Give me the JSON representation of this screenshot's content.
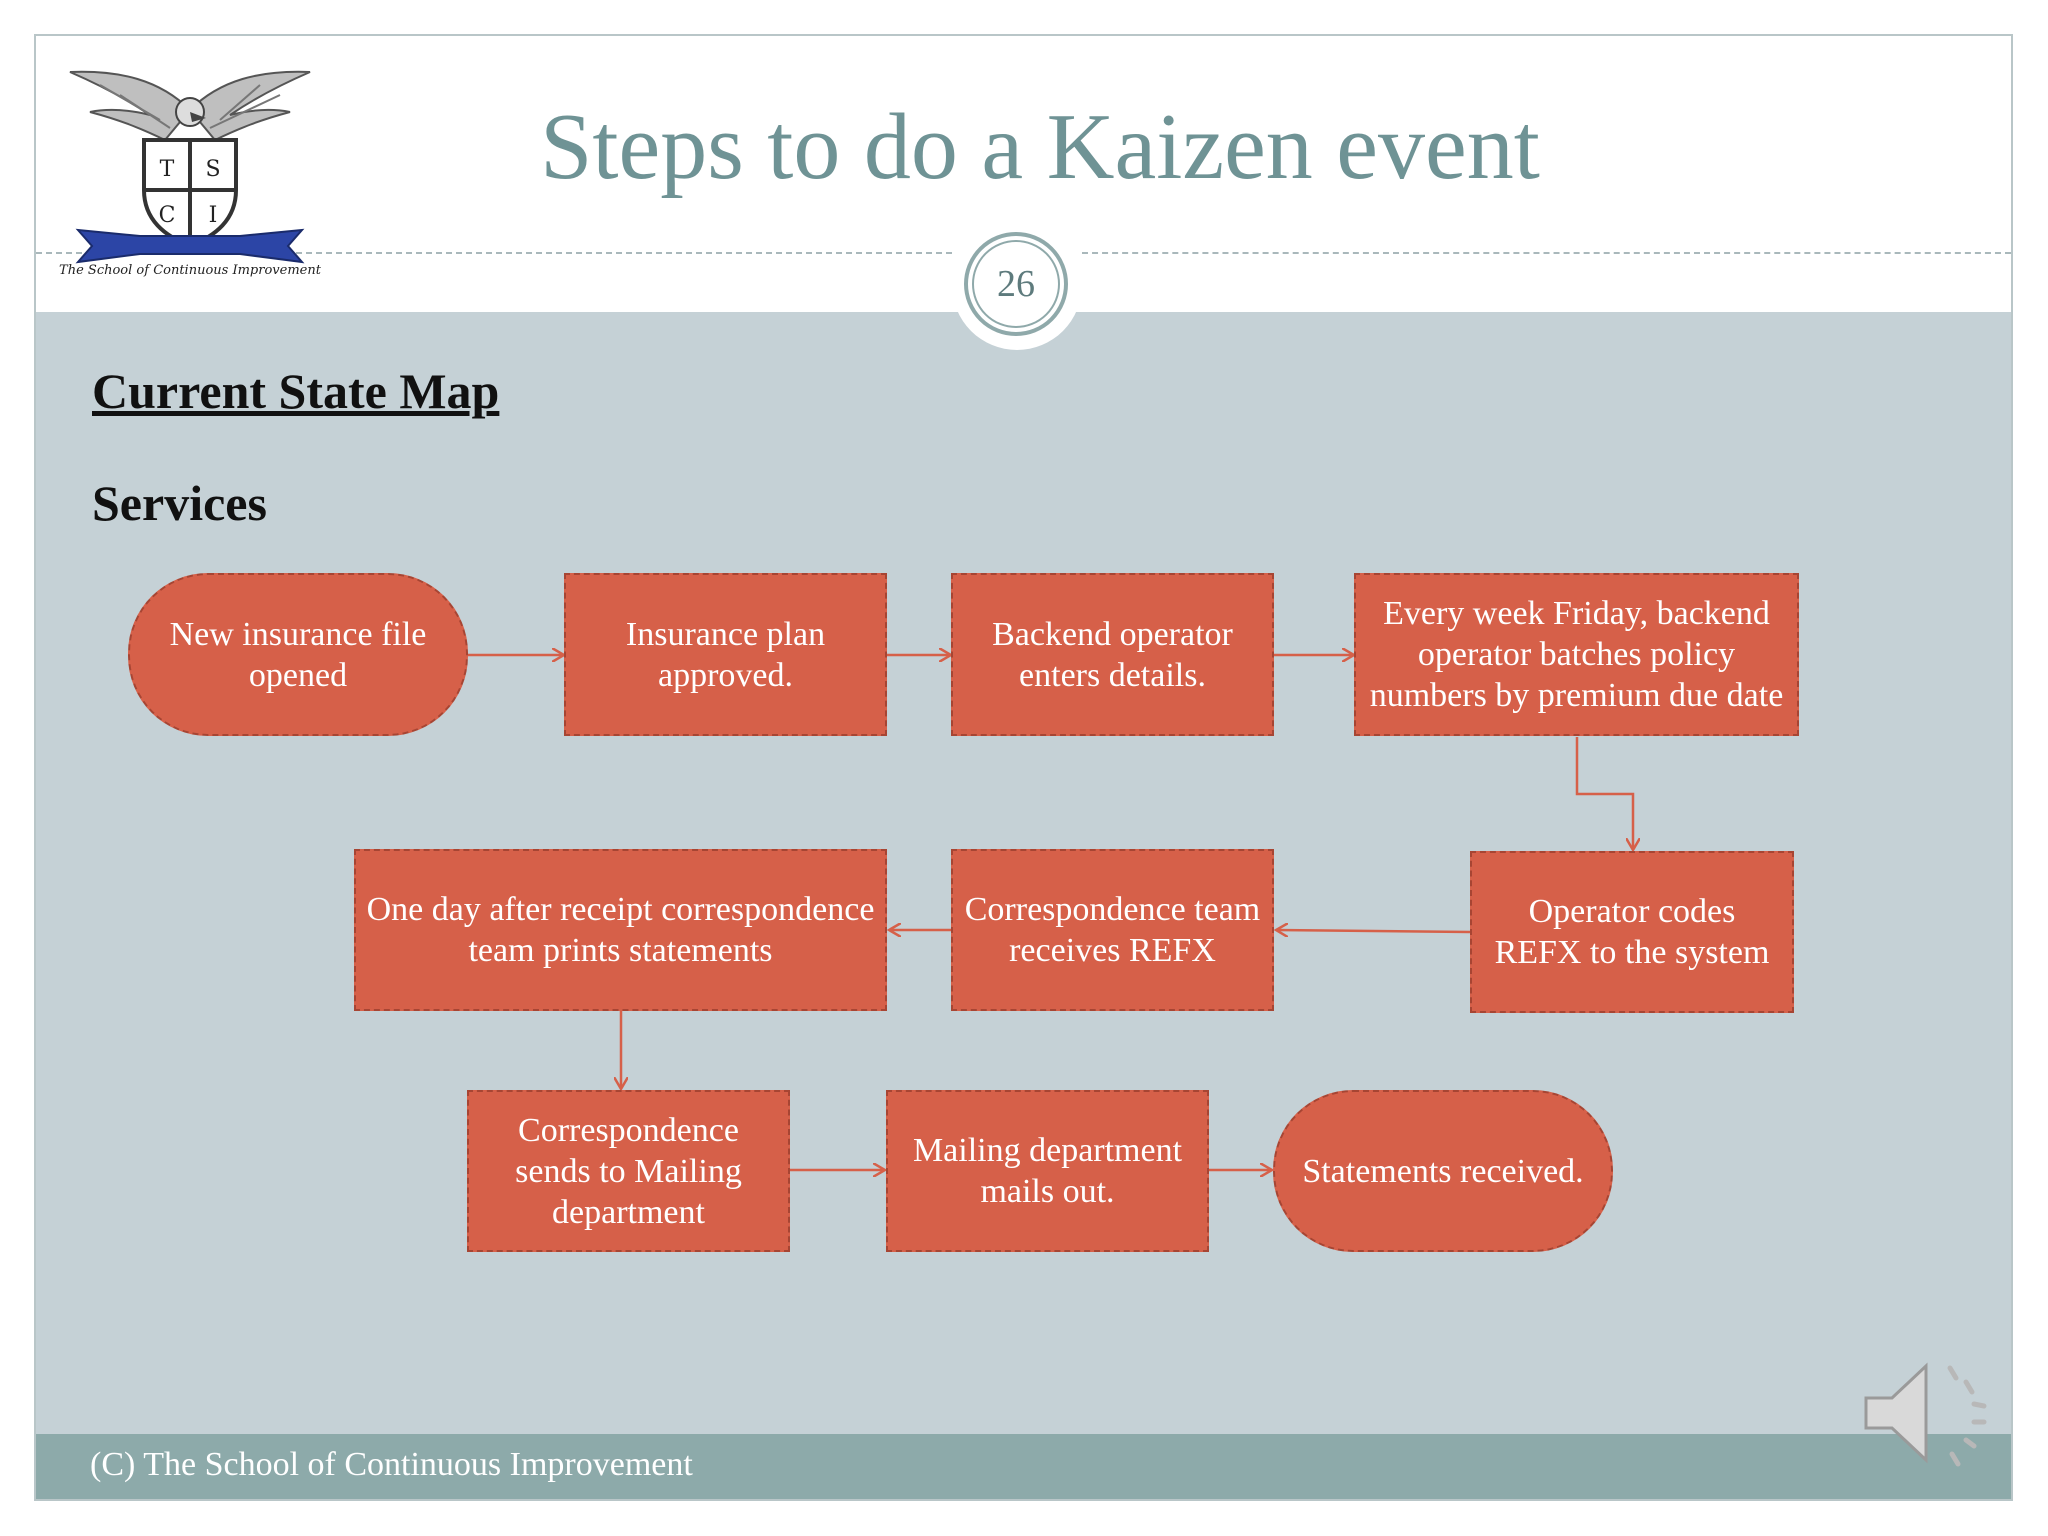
{
  "slide": {
    "title": "Steps to do a Kaizen event",
    "page_number": "26",
    "section_title": "Current State Map",
    "section_subtitle": "Services",
    "footer": "(C) The School of Continuous Improvement"
  },
  "logo": {
    "motto": "The School of Continuous Improvement",
    "letters": [
      "T",
      "S",
      "C",
      "I"
    ]
  },
  "flow": {
    "nodes": [
      {
        "id": "n1",
        "text": "New insurance file opened",
        "shape": "terminal"
      },
      {
        "id": "n2",
        "text": "Insurance plan approved.",
        "shape": "process"
      },
      {
        "id": "n3",
        "text": "Backend operator enters details.",
        "shape": "process"
      },
      {
        "id": "n4",
        "text": "Every week Friday, backend operator batches policy numbers by premium due date",
        "shape": "process"
      },
      {
        "id": "n5",
        "text": "Operator codes REFX to the system",
        "shape": "process"
      },
      {
        "id": "n6",
        "text": "Correspondence team receives REFX",
        "shape": "process"
      },
      {
        "id": "n7",
        "text": "One day after receipt correspondence team prints statements",
        "shape": "process"
      },
      {
        "id": "n8",
        "text": "Correspondence sends to Mailing department",
        "shape": "process"
      },
      {
        "id": "n9",
        "text": "Mailing department mails out.",
        "shape": "process"
      },
      {
        "id": "n10",
        "text": "Statements received.",
        "shape": "terminal"
      }
    ],
    "edges": [
      [
        "n1",
        "n2"
      ],
      [
        "n2",
        "n3"
      ],
      [
        "n3",
        "n4"
      ],
      [
        "n4",
        "n5"
      ],
      [
        "n5",
        "n6"
      ],
      [
        "n6",
        "n7"
      ],
      [
        "n7",
        "n8"
      ],
      [
        "n8",
        "n9"
      ],
      [
        "n9",
        "n10"
      ]
    ]
  },
  "colors": {
    "node_fill": "#d66049",
    "arrow": "#d66049",
    "body_background": "#c5d1d6",
    "title": "#6f9395",
    "footer_bar": "#8daaaa"
  },
  "icons": {
    "logo": "eagle-shield-crest-icon",
    "audio": "speaker-icon"
  }
}
